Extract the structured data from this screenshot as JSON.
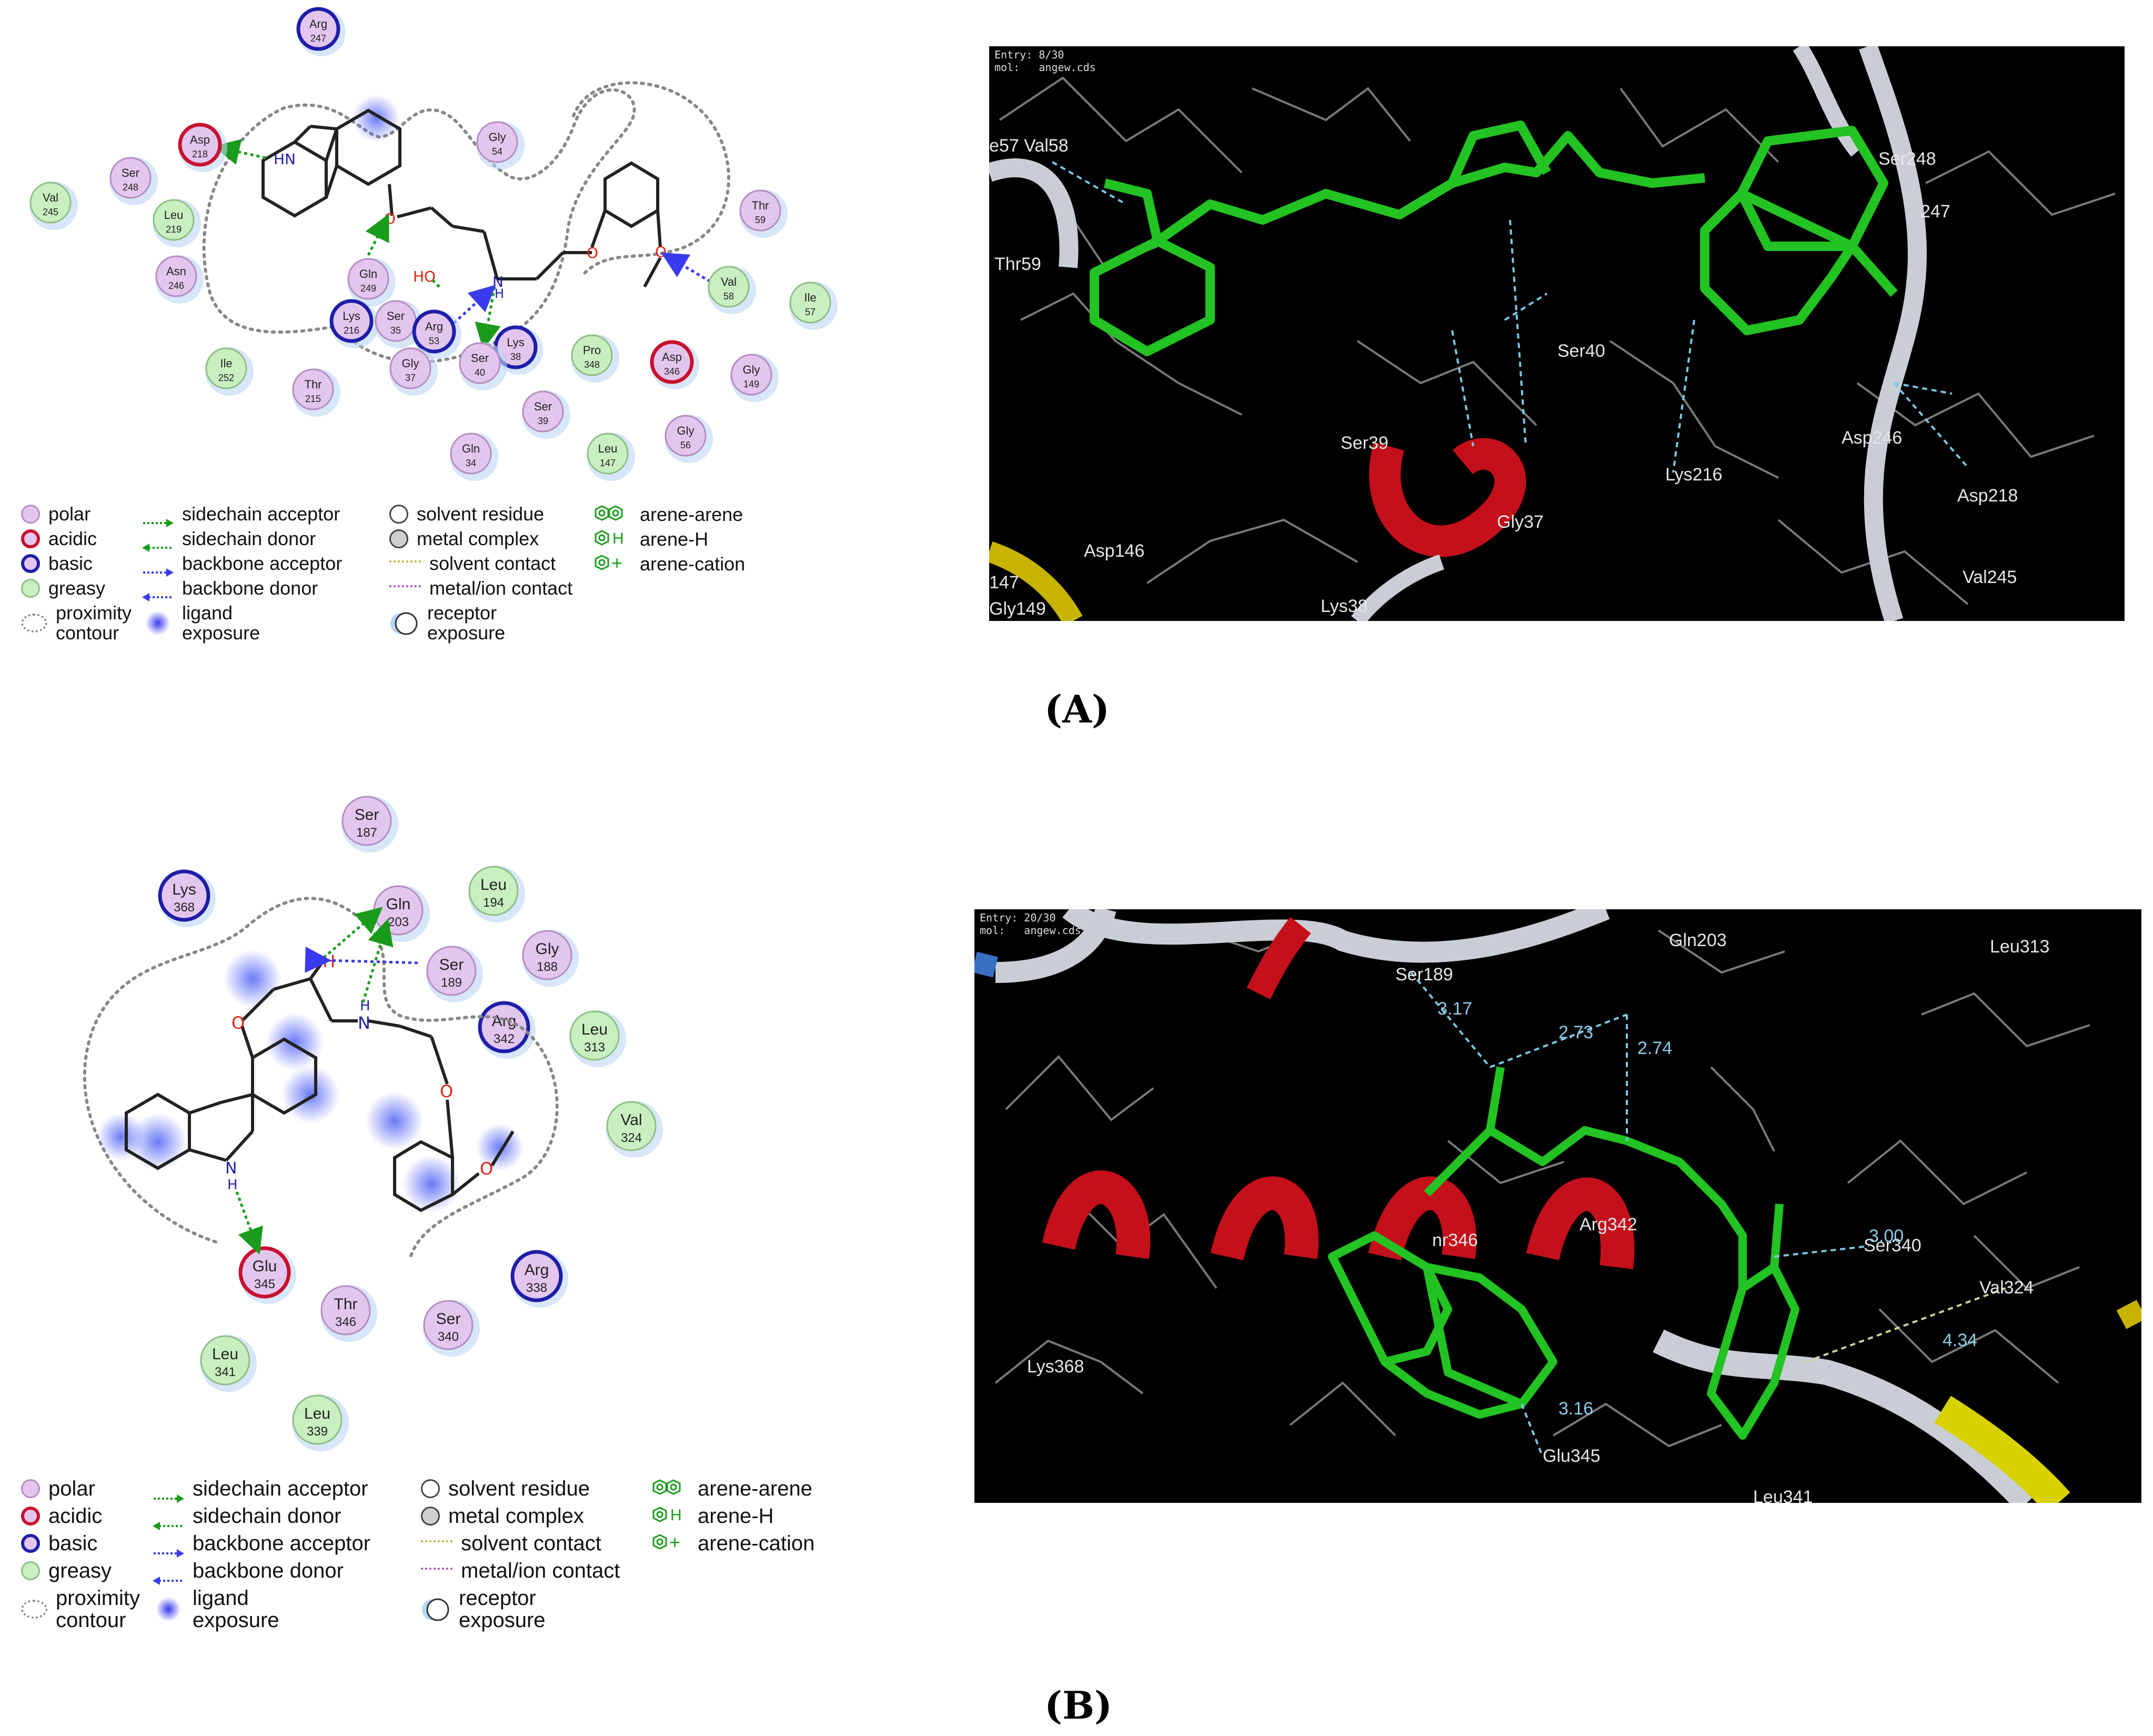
{
  "panels": {
    "A": {
      "label": "(A)",
      "entry": "Entry: 8/30\nmol:   angew.cds",
      "residues": [
        {
          "name": "Arg",
          "num": "247",
          "type": "basic"
        },
        {
          "name": "Asp",
          "num": "218",
          "type": "acidic"
        },
        {
          "name": "Ser",
          "num": "248",
          "type": "polar"
        },
        {
          "name": "Val",
          "num": "245",
          "type": "greasy"
        },
        {
          "name": "Leu",
          "num": "219",
          "type": "greasy"
        },
        {
          "name": "Asn",
          "num": "246",
          "type": "polar"
        },
        {
          "name": "Gly",
          "num": "54",
          "type": "polar"
        },
        {
          "name": "Thr",
          "num": "59",
          "type": "polar"
        },
        {
          "name": "Val",
          "num": "58",
          "type": "greasy"
        },
        {
          "name": "Ile",
          "num": "57",
          "type": "greasy"
        },
        {
          "name": "Gln",
          "num": "249",
          "type": "polar"
        },
        {
          "name": "Lys",
          "num": "216",
          "type": "basic"
        },
        {
          "name": "Ser",
          "num": "35",
          "type": "polar"
        },
        {
          "name": "Arg",
          "num": "53",
          "type": "basic"
        },
        {
          "name": "Lys",
          "num": "38",
          "type": "basic"
        },
        {
          "name": "Ser",
          "num": "40",
          "type": "polar"
        },
        {
          "name": "Gly",
          "num": "37",
          "type": "polar"
        },
        {
          "name": "Ile",
          "num": "252",
          "type": "greasy"
        },
        {
          "name": "Thr",
          "num": "215",
          "type": "polar"
        },
        {
          "name": "Pro",
          "num": "348",
          "type": "greasy"
        },
        {
          "name": "Asp",
          "num": "346",
          "type": "acidic"
        },
        {
          "name": "Gly",
          "num": "149",
          "type": "polar"
        },
        {
          "name": "Ser",
          "num": "39",
          "type": "polar"
        },
        {
          "name": "Gly",
          "num": "56",
          "type": "polar"
        },
        {
          "name": "Leu",
          "num": "147",
          "type": "greasy"
        },
        {
          "name": "Gln",
          "num": "34",
          "type": "polar"
        }
      ],
      "atoms": {
        "nh": "HN",
        "n": "N",
        "h": "H",
        "o": "O",
        "ho": "HO"
      },
      "labels3d": [
        "e57  Val58",
        "Thr59",
        "Ser248",
        "247",
        "Ser40",
        "Ser39",
        "Lys216",
        "Asp246",
        "Gly37",
        "Asp146",
        "Asp218",
        "Val245",
        "147",
        "Gly149",
        "Lys38"
      ]
    },
    "B": {
      "label": "(B)",
      "entry": "Entry: 20/30\nmol:   angew.cds",
      "residues": [
        {
          "name": "Ser",
          "num": "187",
          "type": "polar"
        },
        {
          "name": "Lys",
          "num": "368",
          "type": "basic"
        },
        {
          "name": "Gln",
          "num": "203",
          "type": "polar"
        },
        {
          "name": "Leu",
          "num": "194",
          "type": "greasy"
        },
        {
          "name": "Gly",
          "num": "188",
          "type": "polar"
        },
        {
          "name": "Ser",
          "num": "189",
          "type": "polar"
        },
        {
          "name": "Arg",
          "num": "342",
          "type": "basic"
        },
        {
          "name": "Leu",
          "num": "313",
          "type": "greasy"
        },
        {
          "name": "Val",
          "num": "324",
          "type": "greasy"
        },
        {
          "name": "Glu",
          "num": "345",
          "type": "acidic"
        },
        {
          "name": "Arg",
          "num": "338",
          "type": "basic"
        },
        {
          "name": "Thr",
          "num": "346",
          "type": "polar"
        },
        {
          "name": "Ser",
          "num": "340",
          "type": "polar"
        },
        {
          "name": "Leu",
          "num": "341",
          "type": "greasy"
        },
        {
          "name": "Leu",
          "num": "339",
          "type": "greasy"
        }
      ],
      "atoms": {
        "h": "H",
        "n": "N",
        "o": "O",
        "oh": "OH"
      },
      "labels3d": [
        "Ser189",
        "Gln203",
        "Leu313",
        "Arg342",
        "nr346",
        "Ser340",
        "Val324",
        "Lys368",
        "Glu345",
        "Leu341"
      ],
      "distances": [
        "3.17",
        "2.73",
        "2.74",
        "3.00",
        "4.34",
        "3.16"
      ]
    }
  },
  "legend": {
    "col1": [
      "polar",
      "acidic",
      "basic",
      "greasy",
      "proximity\ncontour"
    ],
    "col2": [
      "sidechain acceptor",
      "sidechain donor",
      "backbone acceptor",
      "backbone donor",
      "ligand\nexposure"
    ],
    "col3": [
      "solvent residue",
      "metal complex",
      "solvent contact",
      "metal/ion contact",
      "receptor\nexposure"
    ],
    "col4": [
      "arene-arene",
      "arene-H",
      "arene-cation"
    ],
    "col4_glyph_h": "H",
    "col4_glyph_plus": "+"
  },
  "colors": {
    "polar": "#e3c6ee",
    "polar_border": "#b48cc4",
    "acidic_border": "#c8102e",
    "basic_border": "#1e1ea8",
    "greasy": "#c9efc1",
    "greasy_border": "#8cbf84",
    "ligand_green": "#22c322",
    "helix_red": "#c4101a",
    "hbond": "#7ec8e3"
  }
}
